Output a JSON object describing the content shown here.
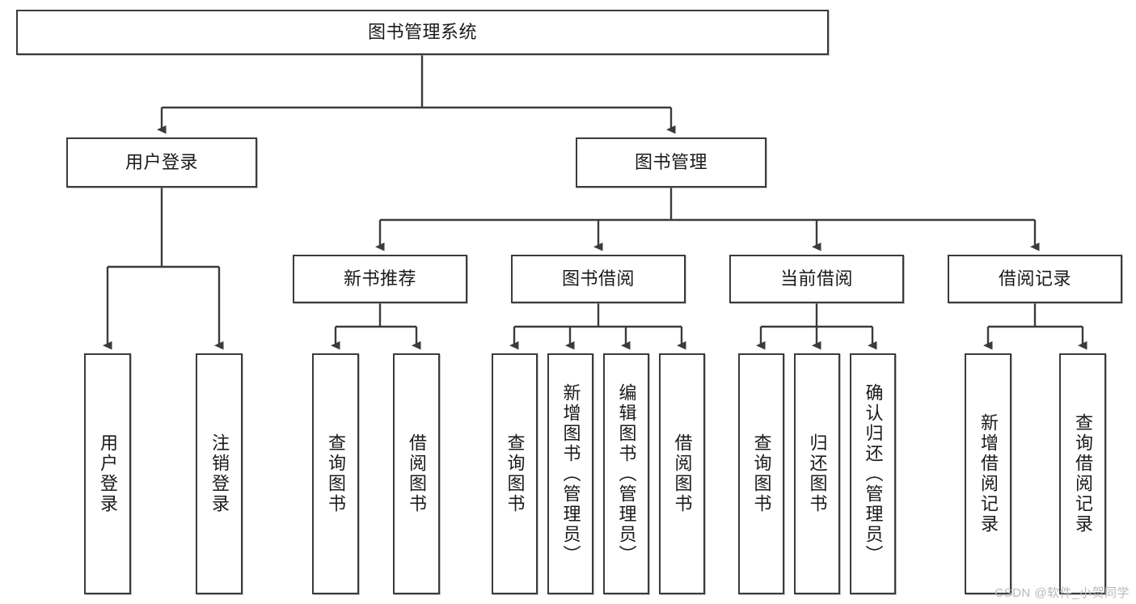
{
  "diagram": {
    "title": "图书管理系统",
    "watermark": "CSDN @软件_小贺同学",
    "stroke_color": "#3b3b3b",
    "fill_color": "#ffffff",
    "text_color": "#1a1a1a",
    "watermark_color": "#b9b9b9"
  },
  "nodes": {
    "root": {
      "label": "图书管理系统"
    },
    "level2": [
      {
        "key": "user_login",
        "label": "用户登录"
      },
      {
        "key": "book_manage",
        "label": "图书管理"
      }
    ],
    "level3": [
      {
        "key": "new_book_rec",
        "label": "新书推荐"
      },
      {
        "key": "book_borrow",
        "label": "图书借阅"
      },
      {
        "key": "current_borrow",
        "label": "当前借阅"
      },
      {
        "key": "borrow_record",
        "label": "借阅记录"
      }
    ],
    "leaves": {
      "user_login": [
        {
          "key": "leaf_user_login",
          "label": "用户登录"
        },
        {
          "key": "leaf_logout",
          "label": "注销登录"
        }
      ],
      "new_book_rec": [
        {
          "key": "leaf_query_book_1",
          "label": "查询图书"
        },
        {
          "key": "leaf_borrow_book_1",
          "label": "借阅图书"
        }
      ],
      "book_borrow": [
        {
          "key": "leaf_query_book_2",
          "label": "查询图书"
        },
        {
          "key": "leaf_add_book",
          "label": "新增图书（管理员）"
        },
        {
          "key": "leaf_edit_book",
          "label": "编辑图书（管理员）"
        },
        {
          "key": "leaf_borrow_book_2",
          "label": "借阅图书"
        }
      ],
      "current_borrow": [
        {
          "key": "leaf_query_book_3",
          "label": "查询图书"
        },
        {
          "key": "leaf_return_book",
          "label": "归还图书"
        },
        {
          "key": "leaf_confirm_return",
          "label": "确认归还（管理员）"
        }
      ],
      "borrow_record": [
        {
          "key": "leaf_add_record",
          "label": "新增借阅记录"
        },
        {
          "key": "leaf_query_record",
          "label": "查询借阅记录"
        }
      ]
    }
  }
}
